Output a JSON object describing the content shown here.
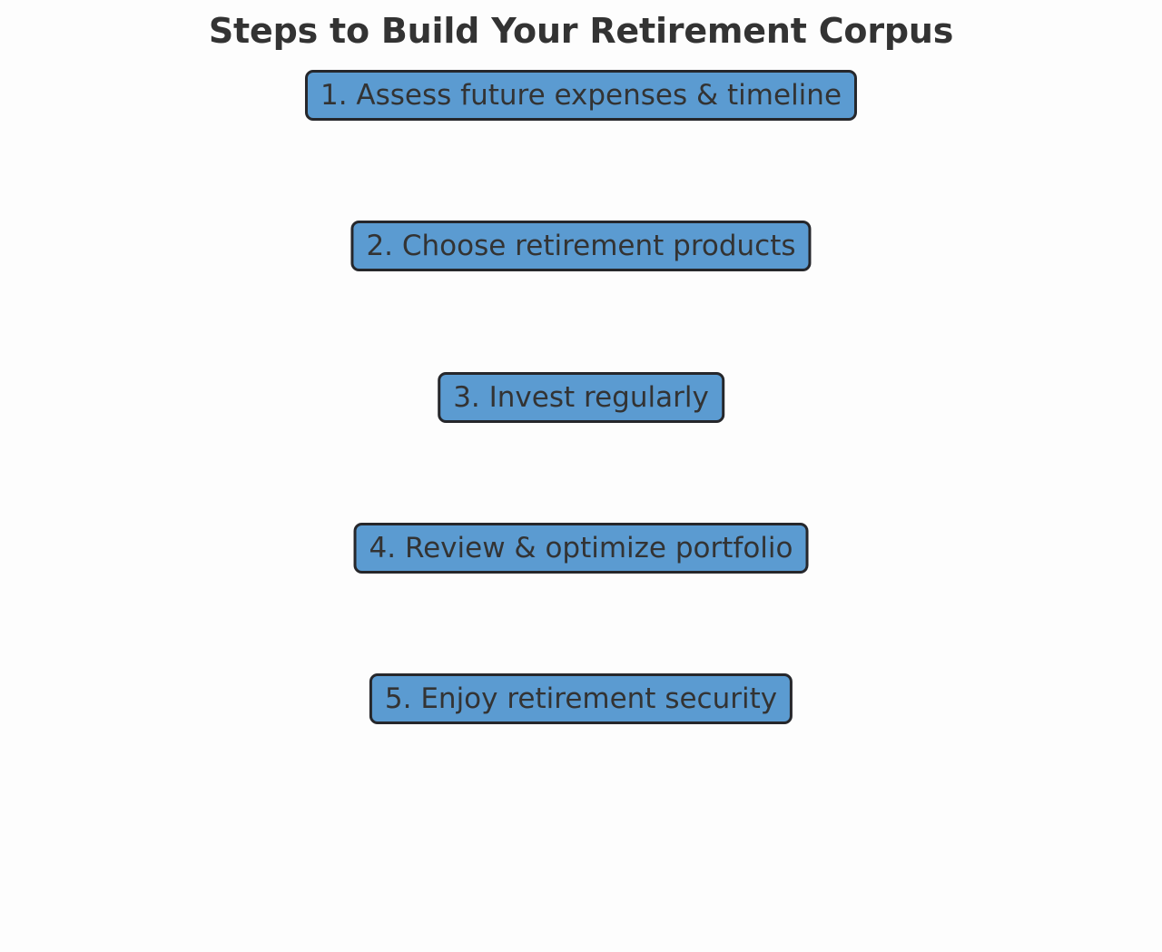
{
  "title": "Steps to Build Your Retirement Corpus",
  "theme": {
    "background": "#fdfdfd",
    "box_fill": "#5B9BD1",
    "box_border": "#26272b",
    "text_color": "#333333",
    "title_color": "#333333"
  },
  "chart_data": {
    "type": "diagram",
    "subtype": "vertical-flowchart",
    "title": "Steps to Build Your Retirement Corpus",
    "orientation": "top-to-bottom",
    "connectors": "none",
    "node_count": 5,
    "nodes": [
      {
        "id": "step-1",
        "order": 1,
        "label": "1. Assess future expenses & timeline"
      },
      {
        "id": "step-2",
        "order": 2,
        "label": "2. Choose retirement products"
      },
      {
        "id": "step-3",
        "order": 3,
        "label": "3. Invest regularly"
      },
      {
        "id": "step-4",
        "order": 4,
        "label": "4. Review & optimize portfolio"
      },
      {
        "id": "step-5",
        "order": 5,
        "label": "5. Enjoy retirement security"
      }
    ]
  },
  "steps": [
    {
      "label": "1. Assess future expenses & timeline"
    },
    {
      "label": "2. Choose retirement products"
    },
    {
      "label": "3. Invest regularly"
    },
    {
      "label": "4. Review & optimize portfolio"
    },
    {
      "label": "5. Enjoy retirement security"
    }
  ]
}
